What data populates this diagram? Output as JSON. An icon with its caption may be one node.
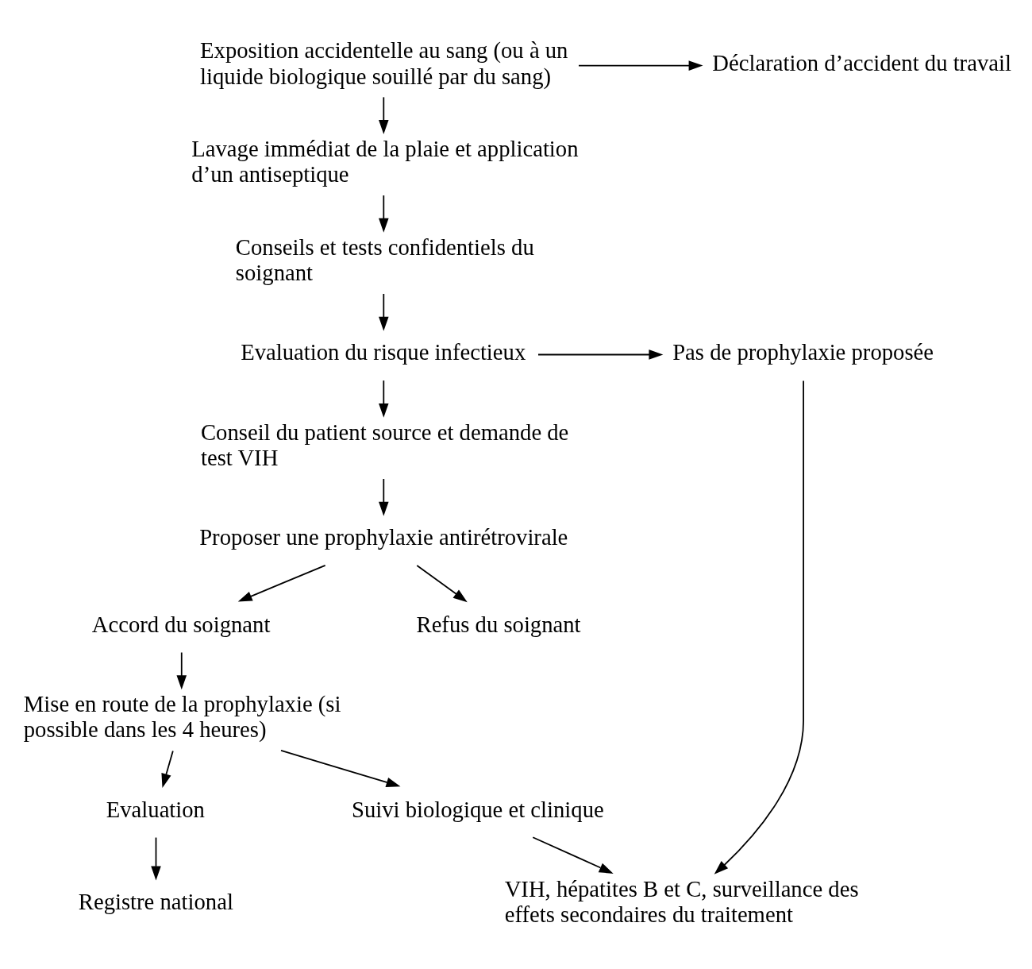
{
  "diagram": {
    "nodes": [
      {
        "text": [
          "Exposition accidentelle au sang (ou à un liquide biologique souillé par du sang)"
        ]
      },
      {
        "text": [
          "Déclaration d’accident du travail"
        ]
      },
      {
        "text": [
          "Lavage immédiat de la plaie et application d’un antiseptique"
        ]
      },
      {
        "text": [
          "Conseils et tests confidentiels du soignant"
        ]
      },
      {
        "text": [
          "Evaluation du risque infectieux"
        ]
      },
      {
        "text": [
          "Pas de prophylaxie proposée"
        ]
      },
      {
        "text": [
          "Conseil du patient source et demande de test VIH"
        ]
      },
      {
        "text": [
          "Proposer une prophylaxie antirétrovirale"
        ]
      },
      {
        "text": [
          "Accord du soignant"
        ]
      },
      {
        "text": [
          "Refus du soignant"
        ]
      },
      {
        "text": [
          "Mise en route de la prophylaxie (si possible dans les 4 heures)"
        ]
      },
      {
        "text": [
          "Evaluation"
        ]
      },
      {
        "text": [
          "Suivi biologique et clinique"
        ]
      },
      {
        "text": [
          "Registre national"
        ]
      },
      {
        "text": [
          "VIH, hépatites B et C, surveillance des effets secondaires du traitement"
        ]
      }
    ],
    "edges": [
      {
        "from": 0,
        "to": 1,
        "arrow": "to"
      },
      {
        "from": 0,
        "to": 2,
        "arrow": "to"
      },
      {
        "from": 2,
        "to": 3,
        "arrow": "to"
      },
      {
        "from": 3,
        "to": 4,
        "arrow": "to"
      },
      {
        "from": 4,
        "to": 5,
        "arrow": "to"
      },
      {
        "from": 4,
        "to": 6,
        "arrow": "to"
      },
      {
        "from": 6,
        "to": 7,
        "arrow": "to"
      },
      {
        "from": 7,
        "to": 9,
        "arrow": "to"
      },
      {
        "from": 7,
        "to": 8,
        "arrow": "to"
      },
      {
        "from": 8,
        "to": 10,
        "arrow": "to"
      },
      {
        "from": 10,
        "to": 12,
        "arrow": "to"
      },
      {
        "from": 10,
        "to": 11,
        "arrow": "to"
      },
      {
        "from": 11,
        "to": 13,
        "arrow": "to"
      },
      {
        "from": 12,
        "to": 14,
        "arrow": "to"
      },
      {
        "from": 5,
        "to": 14,
        "arrow": "to"
      }
    ]
  }
}
